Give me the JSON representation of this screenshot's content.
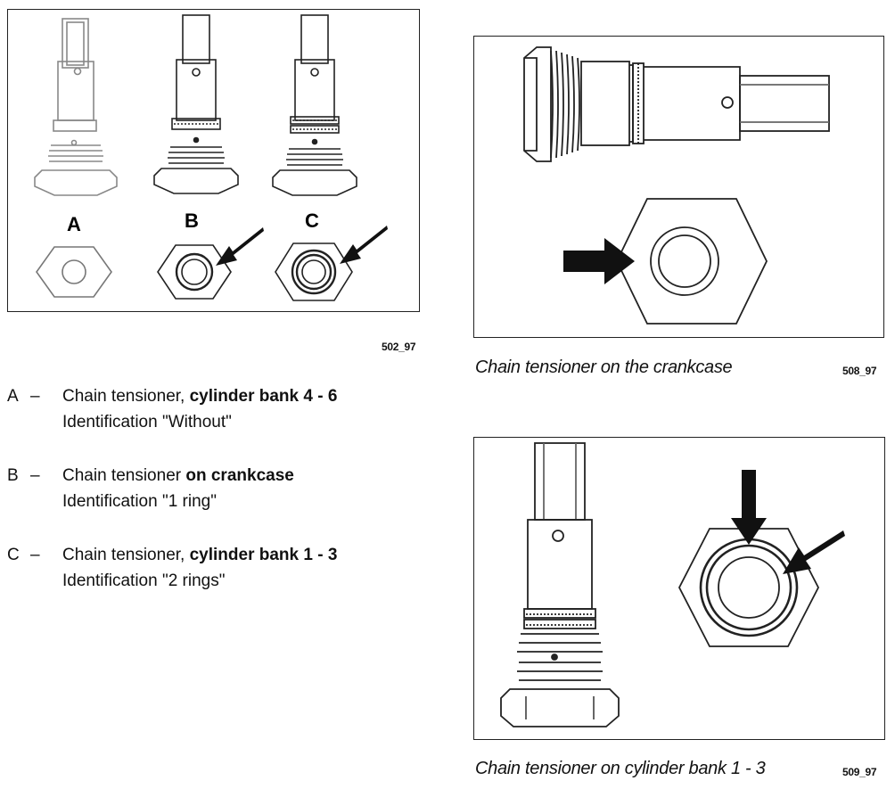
{
  "figure1": {
    "code": "502_97",
    "labels": [
      "A",
      "B",
      "C"
    ]
  },
  "figure2": {
    "code": "508_97",
    "caption": "Chain tensioner on the crankcase"
  },
  "figure3": {
    "code": "509_97",
    "caption": "Chain tensioner on cylinder bank 1 - 3"
  },
  "legend": [
    {
      "key": "A",
      "dash": "–",
      "prefix": "Chain tensioner, ",
      "bold": "cylinder bank 4 - 6",
      "identification": "Identification \"Without\""
    },
    {
      "key": "B",
      "dash": "–",
      "prefix": "Chain tensioner ",
      "bold": "on crankcase",
      "identification": "Identification \"1 ring\""
    },
    {
      "key": "C",
      "dash": "–",
      "prefix": "Chain tensioner, ",
      "bold": "cylinder bank 1 - 3",
      "identification": "Identification \"2 rings\""
    }
  ]
}
